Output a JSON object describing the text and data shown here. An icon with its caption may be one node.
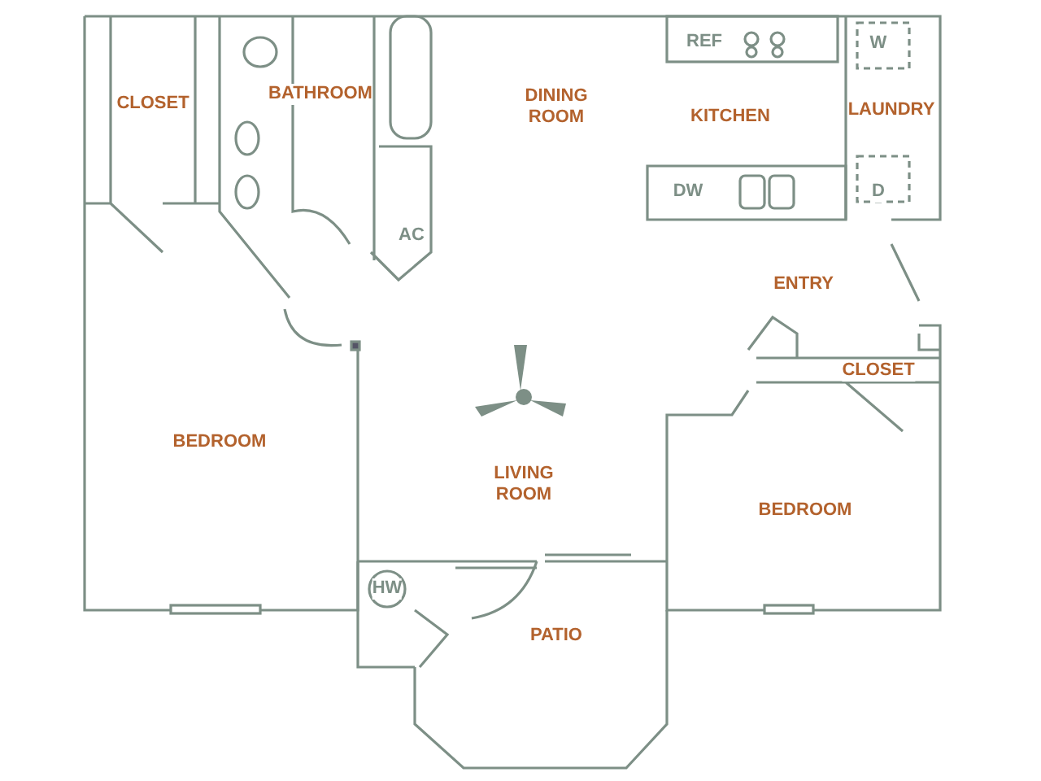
{
  "diagram": {
    "labels": [
      "CLOSET",
      "BATHROOM",
      "DINING ROOM",
      "REF",
      "KITCHEN",
      "W",
      "LAUNDRY",
      "DW",
      "D",
      "AC",
      "ENTRY",
      "CLOSET",
      "BEDROOM",
      "LIVING ROOM",
      "BEDROOM",
      "HW",
      "PATIO"
    ]
  }
}
